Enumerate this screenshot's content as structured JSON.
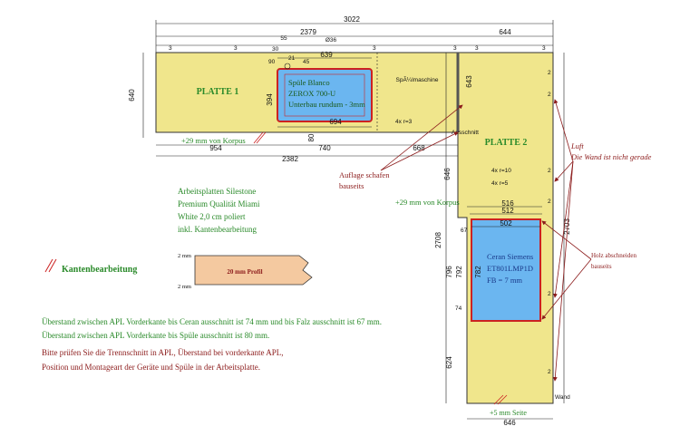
{
  "colors": {
    "panel": "#f0e68c",
    "cutout": "#6bb6f0",
    "cutout_border": "#cc2222",
    "dim_line": "#222222",
    "note_green": "#2a8a2a",
    "note_darkred": "#8b1a1a",
    "profile_fill": "#f4c9a0"
  },
  "dimensions": {
    "total_width": "3022",
    "d2379": "2379",
    "d55": "55",
    "d30": "30",
    "d90": "90",
    "dia36": "Ø36",
    "d639": "639",
    "d644": "644",
    "d3a": "3",
    "d3b": "3",
    "d3c": "3",
    "d3d": "3",
    "d3e": "3",
    "d3f": "3",
    "d640": "640",
    "d21": "21",
    "d45": "45",
    "d394": "394",
    "d694": "694",
    "d80": "80",
    "d954": "954",
    "d740": "740",
    "d668": "668",
    "d2382": "2382",
    "d643": "643",
    "d646a": "646",
    "d2708": "2708",
    "d2703": "2703",
    "d516": "516",
    "d512": "512",
    "d502": "502",
    "d67": "67",
    "d796": "796",
    "d792": "792",
    "d782": "782",
    "d74": "74",
    "d624": "624",
    "d646b": "646",
    "d2a": "2",
    "d2b": "2",
    "d2c": "2",
    "d2d": "2",
    "d2e": "2",
    "d2f": "2",
    "r4x3": "4x r=3",
    "r4x10": "4x r=10",
    "r4x5": "4x r=5",
    "cutout_label": "Ausschnitt",
    "wall_label": "Wand"
  },
  "panels": {
    "platte1": "PLATTE 1",
    "platte2": "PLATTE 2"
  },
  "sink": {
    "line1": "Spüle Blanco",
    "line2": "ZEROX 700-U",
    "line3": "Unterbau rundum - 3mm"
  },
  "dishwasher": "SpÃ¼lmaschine",
  "cooktop": {
    "line1": "Ceran Siemens",
    "line2": "ET801LMP1D",
    "line3": "FB = 7 mm"
  },
  "notes": {
    "korpus1": "+29 mm von Korpus",
    "korpus2": "+29 mm von Korpus",
    "seite": "+5 mm Seite",
    "luft": "Luft",
    "wand": "Die Wand ist nicht gerade",
    "auflage1": "Auflage schafen",
    "auflage2": "bauseits",
    "holz1": "Holz abschneiden",
    "holz2": "bauseits"
  },
  "material": {
    "line1": "Arbeitsplatten Silestone",
    "line2": "Premium Qualität Miami",
    "line3": "White 2,0 cm poliert",
    "line4": "inkl. Kantenbearbeitung"
  },
  "profile": {
    "label": "20 mm Profil",
    "top": "2 mm",
    "bottom": "2 mm"
  },
  "kanten": "Kantenbearbeitung",
  "info": {
    "line1": "Überstand zwischen APL Vorderkante bis Ceran ausschnitt ist 74 mm und bis Falz ausschnitt ist 67 mm.",
    "line2": "Überstand zwischen APL Vorderkante bis Spüle ausschnitt ist 80 mm.",
    "line3": "Bitte prüfen Sie die Trennschnitt in APL, Überstand bei vorderkante APL,",
    "line4": "Position und Montageart der Geräte und Spüle in der Arbeitsplatte."
  }
}
